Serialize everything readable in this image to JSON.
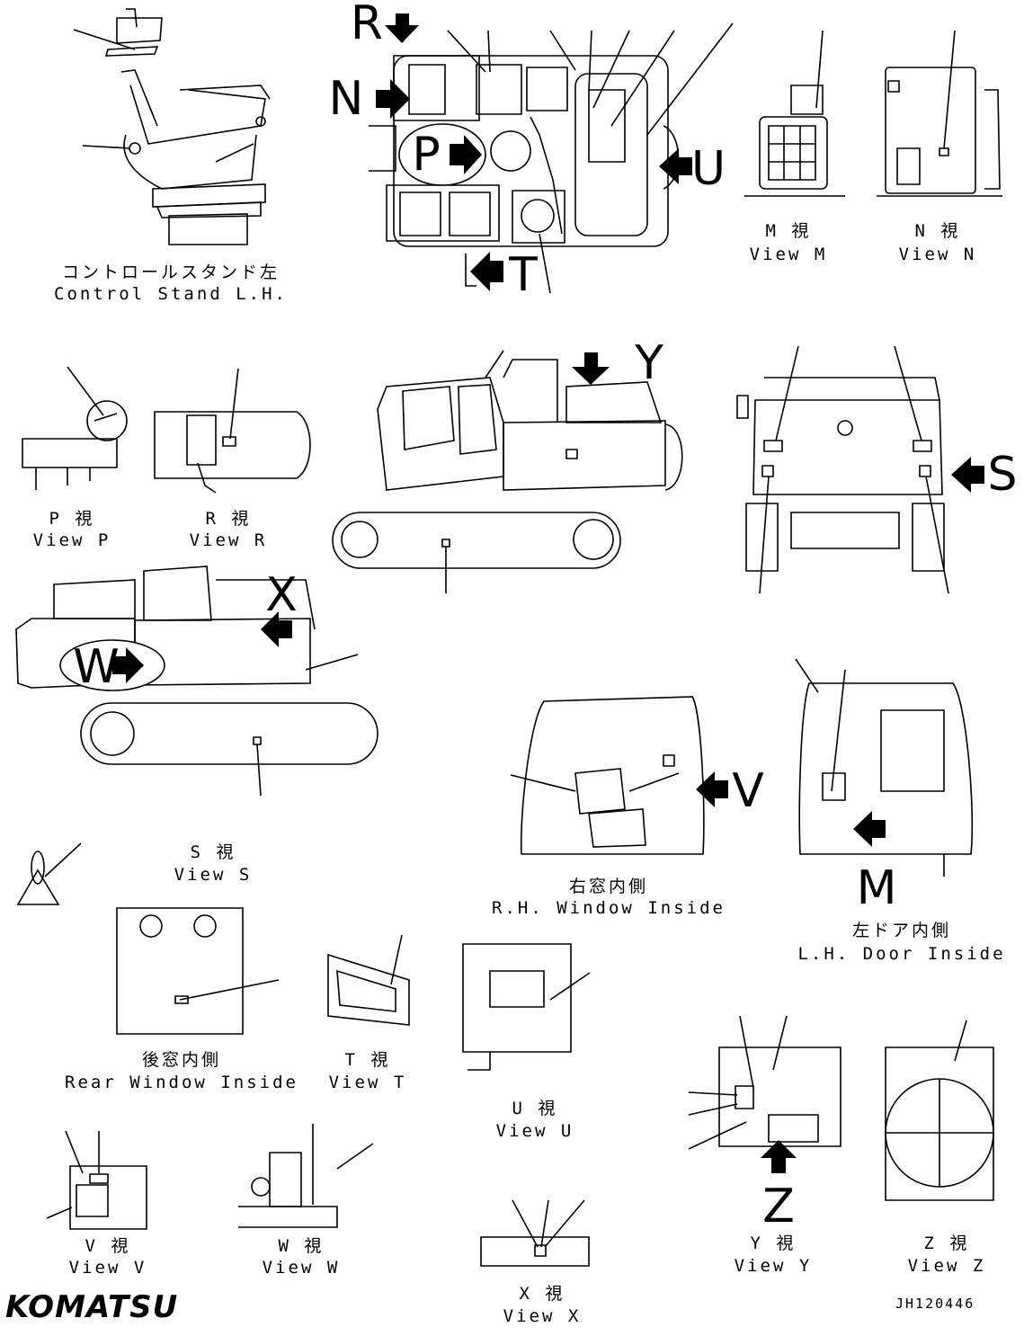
{
  "brand": "KOMATSU",
  "drawing_code": "JH120446",
  "views": {
    "control_stand": {
      "jp": "コントロールスタンド左",
      "en": "Control Stand L.H."
    },
    "view_m": {
      "jp": "M 視",
      "en": "View M"
    },
    "view_n": {
      "jp": "N 視",
      "en": "View N"
    },
    "view_p": {
      "jp": "P 視",
      "en": "View P"
    },
    "view_r": {
      "jp": "R 視",
      "en": "View R"
    },
    "view_s": {
      "jp": "S 視",
      "en": "View S"
    },
    "view_t": {
      "jp": "T 視",
      "en": "View T"
    },
    "view_u": {
      "jp": "U 視",
      "en": "View U"
    },
    "view_v": {
      "jp": "V 視",
      "en": "View V"
    },
    "view_w": {
      "jp": "W 視",
      "en": "View W"
    },
    "view_x": {
      "jp": "X 視",
      "en": "View X"
    },
    "view_y": {
      "jp": "Y 視",
      "en": "View Y"
    },
    "view_z": {
      "jp": "Z 視",
      "en": "View Z"
    },
    "rh_window": {
      "jp": "右窓内側",
      "en": "R.H. Window Inside"
    },
    "lh_door": {
      "jp": "左ドア内側",
      "en": "L.H. Door Inside"
    },
    "rear_window": {
      "jp": "後窓内側",
      "en": "Rear Window Inside"
    }
  },
  "arrows": {
    "r": "R",
    "n": "N",
    "p": "P",
    "u": "U",
    "t": "T",
    "y": "Y",
    "s": "S",
    "x": "X",
    "w": "W",
    "v": "V",
    "m": "M",
    "z": "Z"
  }
}
